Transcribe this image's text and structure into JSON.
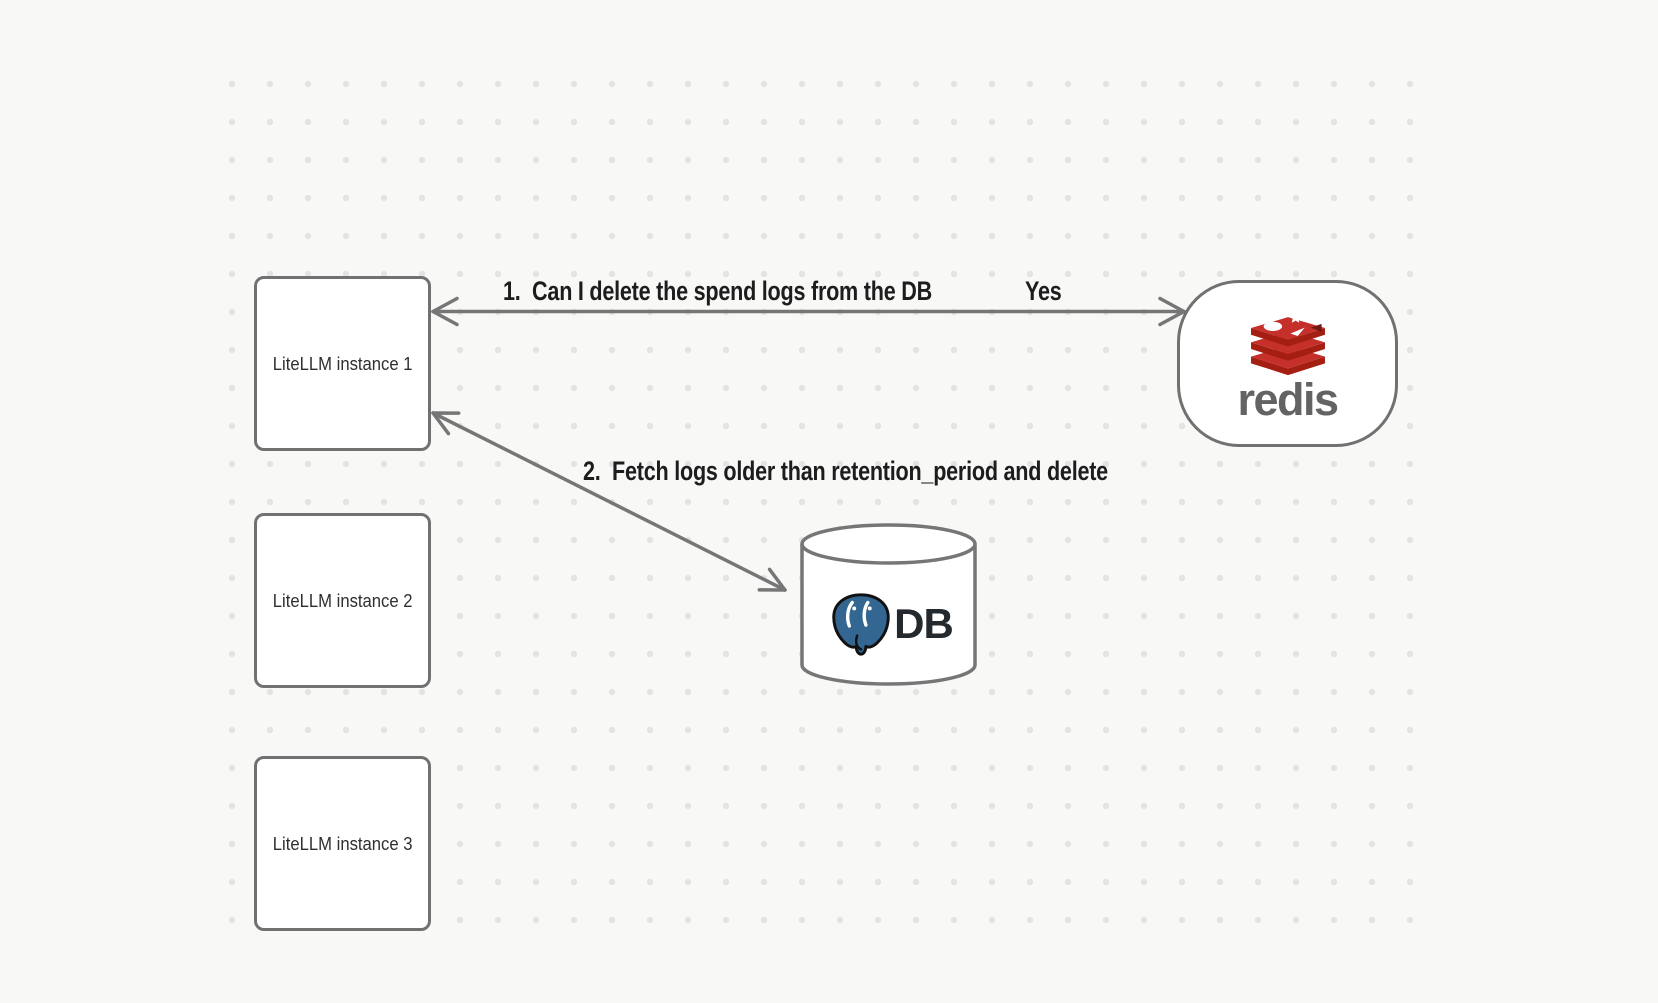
{
  "canvas": {
    "background_color": "#f8f8f7",
    "dot_color": "#e3e3e3"
  },
  "nodes": {
    "litellm_instances": [
      {
        "label": "LiteLLM instance 1"
      },
      {
        "label": "LiteLLM instance 2"
      },
      {
        "label": "LiteLLM instance 3"
      }
    ],
    "redis": {
      "wordmark": "redis",
      "icon": "redis-logo"
    },
    "db": {
      "label": "DB",
      "icon": "postgresql-elephant-logo"
    }
  },
  "edges": {
    "redis_question": {
      "label": "1.  Can I delete the spend logs from the DB",
      "response": "Yes"
    },
    "db_fetch": {
      "label": "2.  Fetch logs older than retention_period and delete"
    }
  },
  "colors": {
    "stroke_gray": "#737373",
    "label_text": "#1d1d1d",
    "redis_red": "#c6302b",
    "redis_dark_red": "#a41e11",
    "redis_wordmark_gray": "#636363",
    "postgres_blue": "#336791"
  }
}
